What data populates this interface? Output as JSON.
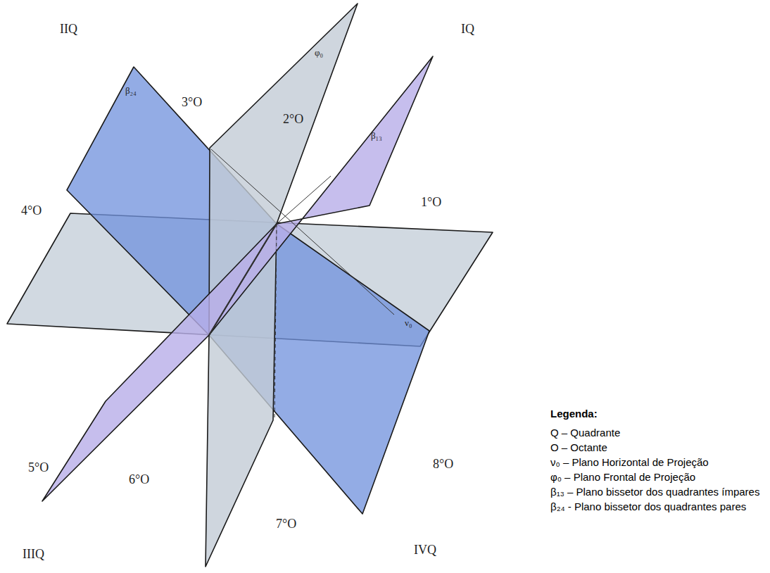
{
  "diagram": {
    "labels": [
      "IIQ",
      "IQ",
      "IIIQ",
      "IVQ",
      "1°O",
      "2°O",
      "3°O",
      "4°O",
      "5°O",
      "6°O",
      "7°O",
      "8°O",
      "φ₀",
      "β₂₄",
      "β₁₃",
      "ν₀",
      "Legenda:"
    ],
    "legend": [
      {
        "text": "Q – Quadrante"
      },
      {
        "text": "O – Octante"
      },
      {
        "text": "ν₀ – Plano Horizontal de Projeção"
      },
      {
        "text": "φ₀ – Plano Frontal de Projeção"
      },
      {
        "text": "β₁₃ – Plano bissetor dos quadrantes ímpares"
      },
      {
        "text": "β₂₄ - Plano bissetor dos quadrantes pares"
      }
    ]
  }
}
